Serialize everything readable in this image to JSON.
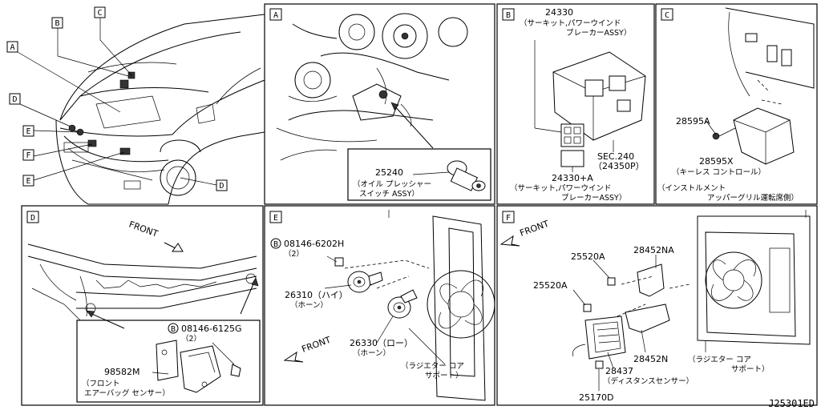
{
  "sections": {
    "overview": {
      "callouts": [
        "A",
        "B",
        "C",
        "D",
        "E",
        "F",
        "E",
        "D"
      ]
    },
    "A": {
      "letter": "A",
      "part": "25240",
      "desc1": "（オイル プレッシャー",
      "desc2": "スイッチ ASSY）"
    },
    "B": {
      "letter": "B",
      "part_top": "24330",
      "desc_top1": "（サーキット,パワーウインド",
      "desc_top2": "ブレーカーASSY）",
      "sec_ref1": "SEC.240",
      "sec_ref2": "（24350P）",
      "part_bottom": "24330+A",
      "desc_bottom1": "（サーキット,パワーウインド",
      "desc_bottom2": "ブレーカーASSY）"
    },
    "C": {
      "letter": "C",
      "part1": "28595A",
      "part2": "28595X",
      "desc1": "（キーレス コントロール）",
      "desc2": "（インストルメント",
      "desc3": "アッパーグリル運転席側）"
    },
    "D": {
      "letter": "D",
      "front": "FRONT",
      "bolt_mark": "B",
      "bolt": "08146-6125G",
      "bolt_qty": "（2）",
      "part": "98582M",
      "desc1": "（フロント",
      "desc2": "エアーバッグ センサー）"
    },
    "E": {
      "letter": "E",
      "bolt_mark": "B",
      "bolt": "08146-6202H",
      "bolt_qty": "（2）",
      "part_high": "26310（ハイ）",
      "desc_high": "（ホーン）",
      "part_low": "26330（ロー）",
      "desc_low": "（ホーン）",
      "support1": "（ラジエター コア",
      "support2": "サポート）",
      "front": "FRONT"
    },
    "F": {
      "letter": "F",
      "front": "FRONT",
      "part_a1": "25520A",
      "part_a2": "25520A",
      "part_na": "28452NA",
      "part_n": "28452N",
      "part_sensor": "28437",
      "desc_sensor": "（ディスタンスセンサー）",
      "part_bottom": "25170D",
      "support1": "（ラジエター コア",
      "support2": "サポート）"
    }
  },
  "footer": {
    "code": "J25301ED"
  }
}
